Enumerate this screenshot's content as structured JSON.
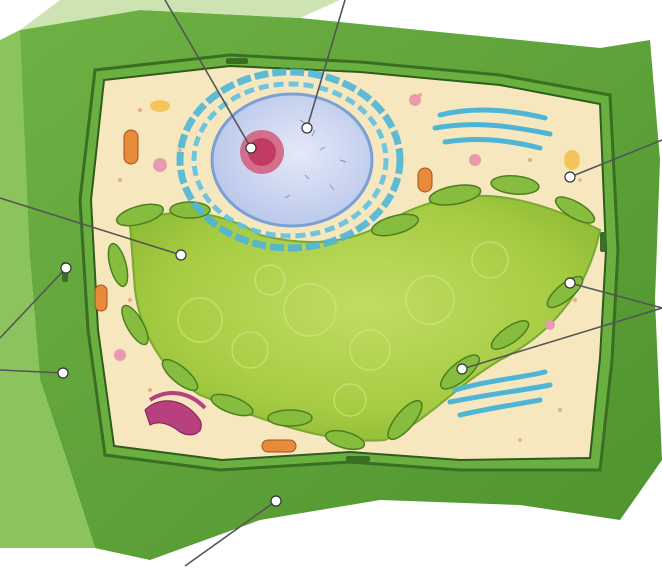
{
  "figure": {
    "labels": [],
    "pointers": [
      {
        "id": "nucleolus"
      },
      {
        "id": "nucleus"
      },
      {
        "id": "cytoplasm"
      },
      {
        "id": "central-vacuole"
      },
      {
        "id": "plasmodesmata"
      },
      {
        "id": "plasma-membrane"
      },
      {
        "id": "mitochondrion"
      },
      {
        "id": "chloroplast"
      },
      {
        "id": "cell-wall"
      }
    ]
  },
  "colors": {
    "cell_wall": "#5fa33a",
    "cell_wall_dark": "#3f7f25",
    "cytoplasm": "#f6e7bf",
    "vacuole": "#a9cf4a",
    "chloroplast": "#7fb83c",
    "nucleus": "#c9d4ee",
    "er": "#4fb5d6",
    "nucleolus": "#c9466a",
    "golgi": "#b83c7a",
    "mitochondria": "#e78a3a",
    "pointer": "#555555",
    "pointer_dot": "#ffffff"
  }
}
